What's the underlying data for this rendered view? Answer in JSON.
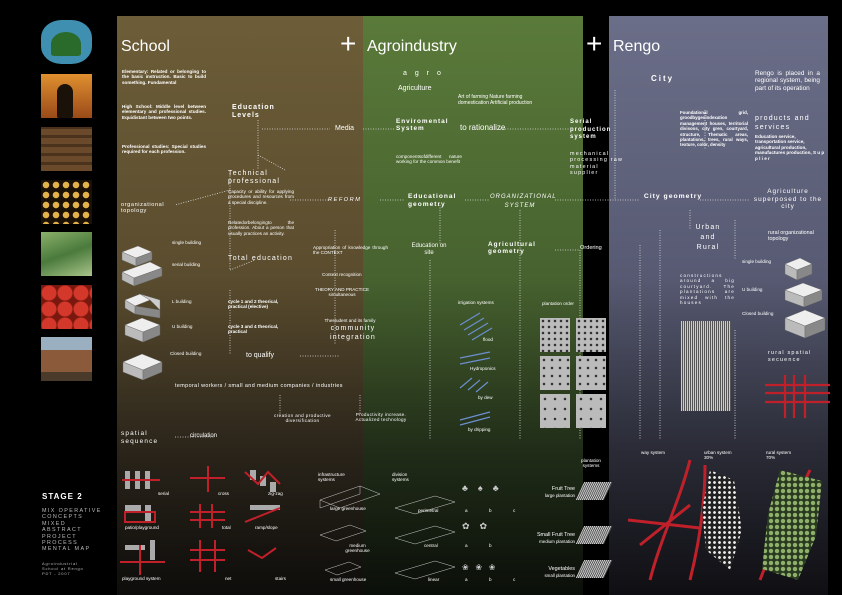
{
  "headings": {
    "school": "School",
    "agroindustry": "Agroindustry",
    "rengo": "Rengo",
    "plus": "+"
  },
  "thumbnails": [
    {
      "name": "school-logo",
      "color": "#3f8fb0"
    },
    {
      "name": "silhouette",
      "color": "#c96a24"
    },
    {
      "name": "wood-sign",
      "color": "#6a4a2a"
    },
    {
      "name": "lights",
      "color": "#c9a23a"
    },
    {
      "name": "fields",
      "color": "#5d8a4c"
    },
    {
      "name": "tomatoes",
      "color": "#b3231a"
    },
    {
      "name": "house",
      "color": "#8a5a3a"
    },
    {
      "name": "blank",
      "color": "#111"
    }
  ],
  "sidebar": {
    "stage": "STAGE 2",
    "concepts": [
      "MIX OPERATIVE",
      "CONCEPTS",
      "MIXED",
      "ABSTRACT",
      "PROJECT",
      "PROCESS",
      "MENTAL MAP"
    ],
    "footer": [
      "Agroindustrial",
      "School at Rengo",
      "PDT - 2007"
    ]
  },
  "school": {
    "elementary": "Elementary: Related or belonging to the basic instruction. Basic to build something. Fundamental",
    "high": "High School: Middle level between elementary and professional studies. Equidistant between two points.",
    "professional": "Professional studies: Special studies required for each profession.",
    "education_levels": "Education Levels",
    "technical": "Technical professional",
    "capacity": "Capacity or ability for applying procedures and resources from a special discipline.",
    "related": "Relatedorbelongingto the profession. About a person that usually practices an activity.",
    "total": "Total education",
    "cycle12": "cycle 1 and 2 theorical, practical (elective)",
    "cycle34": "cycle 3 and 4 theorical, practical",
    "to_qualify": "to qualify",
    "org_topology": "organizational topology",
    "single": "single building",
    "serial": "serial building",
    "l_building": "L building",
    "u_building": "U building",
    "closed": "Closed building",
    "spatial": "spatial sequence",
    "circulation": "circulation",
    "temporal": "temporal workers / small and medium companies / industries",
    "creation": "creation and productive diversification"
  },
  "agro": {
    "agro_word": "a g r o",
    "agriculture": "Agriculture",
    "art": "Art of farming Nature farming domestication Artificial production",
    "media": "Media",
    "enviromental": "Enviromental System",
    "to_rationalize": "to rationalize",
    "components": "componentsofdifferent nature working for the common benefit",
    "reform": "R E F O R M",
    "org_system": "ORGANIZATIONAL SYSTEM",
    "educational_geometry": "Educational geometry",
    "appropriation": "Appropriation of knowledge through the CONTEXT",
    "education_on_site": "Education on site",
    "agricultural_geometry": "Agricultural geometry",
    "ordering": "Ordering",
    "context_recognition": "Context recognition",
    "theory_practice": "THEORY AND PRACTICE simultaneous",
    "student_family": "Thestudent and its family",
    "community": "community integration",
    "irrigation": "irrigation systems",
    "flood": "flood",
    "hydroponics": "Hydroponics",
    "by_dew": "by dew",
    "by_dripping": "by dripping",
    "productivity": "Productivity increase. Actualized technology",
    "plantation_order": "plantation order",
    "plantation_systems": "plantation systems"
  },
  "rengo": {
    "city": "City",
    "intro": "Rengo is placed in a regional system, being part of its operation",
    "foundational": "Foundational grid, groodbygeoindexation management houses, territorial divisons, city gren, courtyard, structure, Thematic areas, plantations, trees, rural ways, texture, color, density",
    "products": "products and services",
    "services": "Education service, transportation service, agricultural production, manufactures production, S u p p l i e r",
    "serial_production": "Serial production system",
    "mechanical": "mechanical processing raw material supplier",
    "city_geometry": "City geometry",
    "agri_superposed": "Agriculture superposed to the city",
    "urban_rural": "Urban and Rural",
    "rural_topology": "rural organizational topology",
    "single": "single building",
    "u_building": "U building",
    "closed": "Closed building",
    "constructions": "constructions around a big courtyard. The plantations are mixed with the houses",
    "rural_spatial": "rural spatial secuence",
    "way_system": "way system",
    "urban_system": "urban system",
    "urban_pct": "30%",
    "rural_system": "rural system",
    "rural_pct": "70%"
  },
  "bottom": {
    "serial": "serial",
    "cross": "cross",
    "zigzag": "zig-zag",
    "patio": "patio/playground",
    "total": "total",
    "ramp": "ramp/slope",
    "playground": "playground system",
    "net": "net",
    "stairs": "stairs",
    "infrastructure": "infrastructure systems",
    "large_greenhouse": "large greenhouse",
    "medium_greenhouse": "medium greenhouse",
    "small_greenhouse": "small greenhouse",
    "division": "division systems",
    "perimetral": "perimetral",
    "central": "central",
    "linear": "linear",
    "a": "a",
    "b": "b",
    "c": "c",
    "fruit_tree": "Fruit Tree",
    "large_plantation": "large plantation",
    "small_fruit": "Small Fruit Tree",
    "medium_plantation": "medium plantation",
    "vegetables": "Vegetables",
    "small_plantation": "small plantation"
  },
  "colors": {
    "accent_red": "#c0202a",
    "school": "#6d5d38",
    "agro": "#5a7a3a",
    "rengo": "#6b6e88"
  }
}
